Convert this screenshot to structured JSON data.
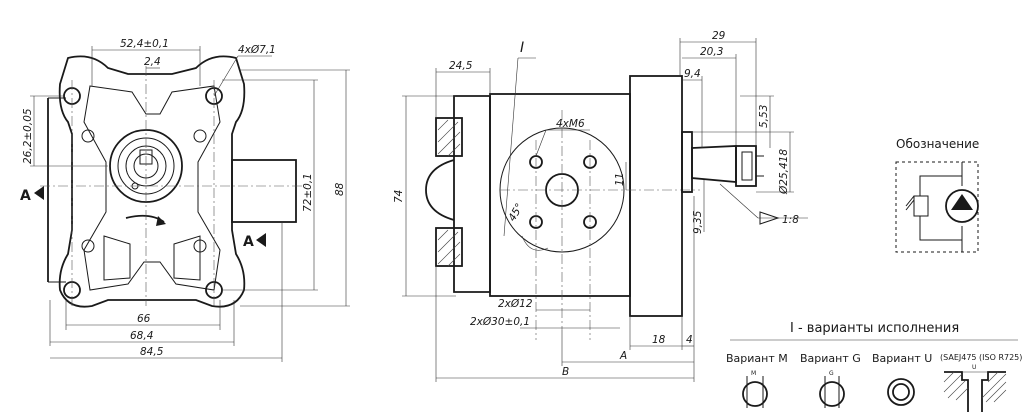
{
  "front_view": {
    "dim_width_top": "52,4±0,1",
    "dim_offset_top": "2,4",
    "dim_holes": "4xØ7,1",
    "dim_left_height": "26,2±0,05",
    "dim_72": "72±0,1",
    "dim_88": "88",
    "dim_66": "66",
    "dim_68_4": "68,4",
    "dim_84_5": "84,5",
    "section_mark_left": "A",
    "section_mark_right": "A"
  },
  "side_view": {
    "dim_24_5": "24,5",
    "detail_mark": "I",
    "dim_4xm6": "4xM6",
    "dim_74": "74",
    "dim_11": "11",
    "dim_45": "45°",
    "dim_2x12": "2xØ12",
    "dim_2x30": "2xØ30±0,1",
    "dim_29": "29",
    "dim_20_3": "20,3",
    "dim_9_4": "9,4",
    "dim_5_53": "5,53",
    "dim_25_418": "Ø25,418",
    "dim_9_35": "9,35",
    "taper": "1:8",
    "dim_18": "18",
    "dim_4": "4",
    "dim_a": "A",
    "dim_b": "B"
  },
  "symbol": {
    "title": "Обозначение"
  },
  "variants": {
    "title": "I - варианты исполнения",
    "items": [
      {
        "label": "Вариант M",
        "mark": "M"
      },
      {
        "label": "Вариант G",
        "mark": "G"
      },
      {
        "label": "Вариант U",
        "mark": ""
      },
      {
        "label": "(SAEJ475 (ISO R725)",
        "mark": "U"
      }
    ]
  }
}
